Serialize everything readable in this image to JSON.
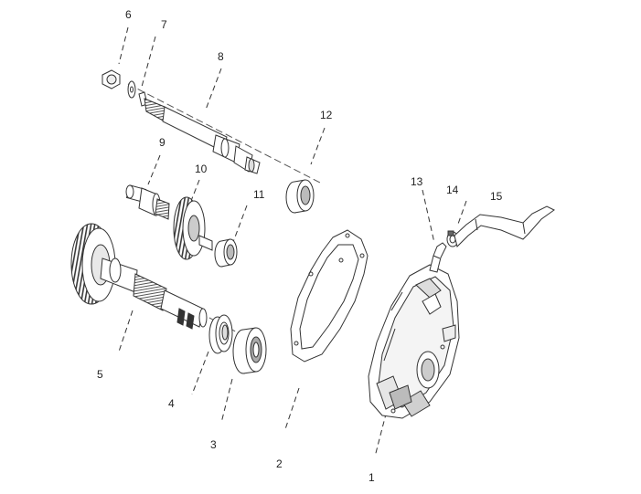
{
  "callouts": [
    {
      "number": "1"
    },
    {
      "number": "2"
    },
    {
      "number": "3"
    },
    {
      "number": "4"
    },
    {
      "number": "5"
    },
    {
      "number": "6"
    },
    {
      "number": "7"
    },
    {
      "number": "8"
    },
    {
      "number": "9"
    },
    {
      "number": "10"
    },
    {
      "number": "11"
    },
    {
      "number": "12"
    },
    {
      "number": "13"
    },
    {
      "number": "14"
    },
    {
      "number": "15"
    }
  ],
  "colors": {
    "line": "#333333",
    "fill": "#ffffff",
    "shade": "#d0d0d0",
    "dark": "#6a6a6a"
  }
}
